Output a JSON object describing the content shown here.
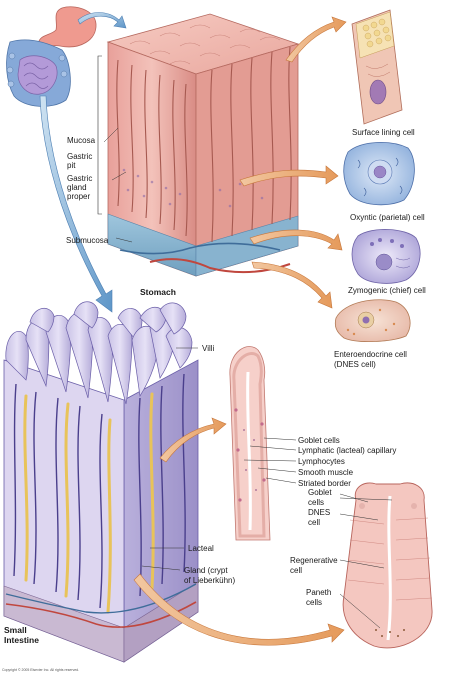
{
  "stomach": {
    "title": "Stomach",
    "labels": {
      "mucosa": "Mucosa",
      "gastric_pit": "Gastric pit",
      "gastric_gland": "Gastric gland proper",
      "submucosa": "Submucosa"
    },
    "cells": {
      "surface": "Surface lining cell",
      "oxyntic": "Oxyntic (parietal) cell",
      "zymogenic": "Zymogenic (chief) cell",
      "entero_1": "Enteroendocrine cell",
      "entero_2": "(DNES cell)"
    }
  },
  "intestine": {
    "title_1": "Small",
    "title_2": "Intestine",
    "labels": {
      "villi": "Villi",
      "lacteal": "Lacteal",
      "gland_1": "Gland (crypt",
      "gland_2": "of Lieberkühn)"
    },
    "villus_labels": {
      "goblet": "Goblet cells",
      "capillary": "Lymphatic (lacteal) capillary",
      "lymphocytes": "Lymphocytes",
      "smooth_muscle": "Smooth muscle",
      "striated": "Striated border"
    },
    "crypt_labels": {
      "goblet_1": "Goblet",
      "goblet_2": "cells",
      "dnes_1": "DNES",
      "dnes_2": "cell",
      "regen_1": "Regenerative",
      "regen_2": "cell",
      "paneth_1": "Paneth",
      "paneth_2": "cells"
    }
  },
  "copyright": "Copyright © 2005 Elsevier Inc. All rights reserved."
}
